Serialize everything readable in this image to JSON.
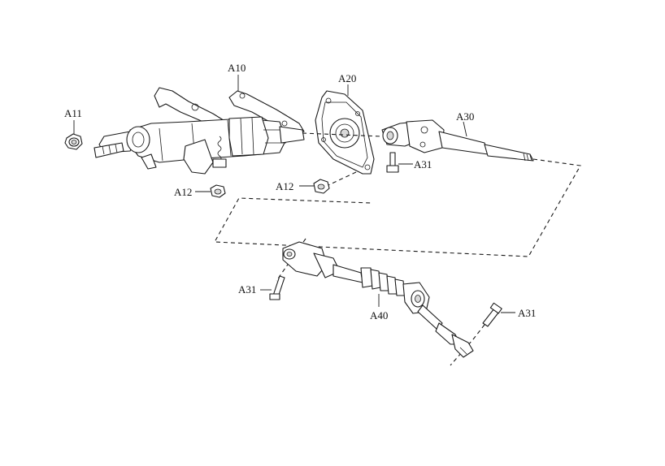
{
  "callouts": {
    "a10": "A10",
    "a11": "A11",
    "a12_left": "A12",
    "a12_mid": "A12",
    "a20": "A20",
    "a30": "A30",
    "a31_top": "A31",
    "a31_left": "A31",
    "a31_right": "A31",
    "a40": "A40"
  },
  "colors": {
    "line": "#1a1a1a",
    "background": "#ffffff"
  }
}
